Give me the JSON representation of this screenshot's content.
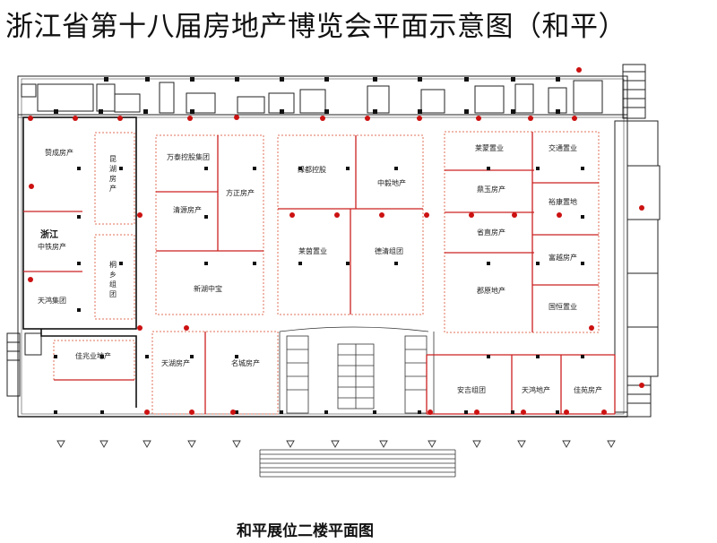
{
  "title": "浙江省第十八届房地产博览会平面示意图（和平）",
  "caption": "和平展位二楼平面图",
  "colors": {
    "booth_outline": "#e06a50",
    "red_line": "#cc2020",
    "wall": "#222222",
    "marker": "#cc1111",
    "pillar": "#111111"
  },
  "booths": {
    "zancheng": "赞成房产",
    "kunhu": "昆湖房产",
    "zhejiang_label": "浙江",
    "zhongtie": "中铁房产",
    "tongxiang": "桐乡组团",
    "tianhong_left": "天鸿集团",
    "wantai": "万泰控股集团",
    "qingyuan": "清源房产",
    "fangzheng": "方正房产",
    "xinhu": "新湖中宝",
    "ludu": "绿都控股",
    "zhongyi": "中毅地产",
    "laiyin": "莱茵置业",
    "deqing": "德清组团",
    "laimeng": "莱蒙置业",
    "jiaotong": "交通置业",
    "dingyu": "鼎玉房产",
    "yukang": "裕康置地",
    "shengzhi": "省直房产",
    "fuyue": "富越房产",
    "yingyuan": "郡原地产",
    "guoheng": "国恒置业",
    "jiazhao": "佳兆业地产",
    "tianhu": "天湖房产",
    "mingcheng": "名城房产",
    "anji": "安吉组团",
    "tianhong_bottom": "天鸿地产",
    "jiayuan": "佳苑房产"
  }
}
